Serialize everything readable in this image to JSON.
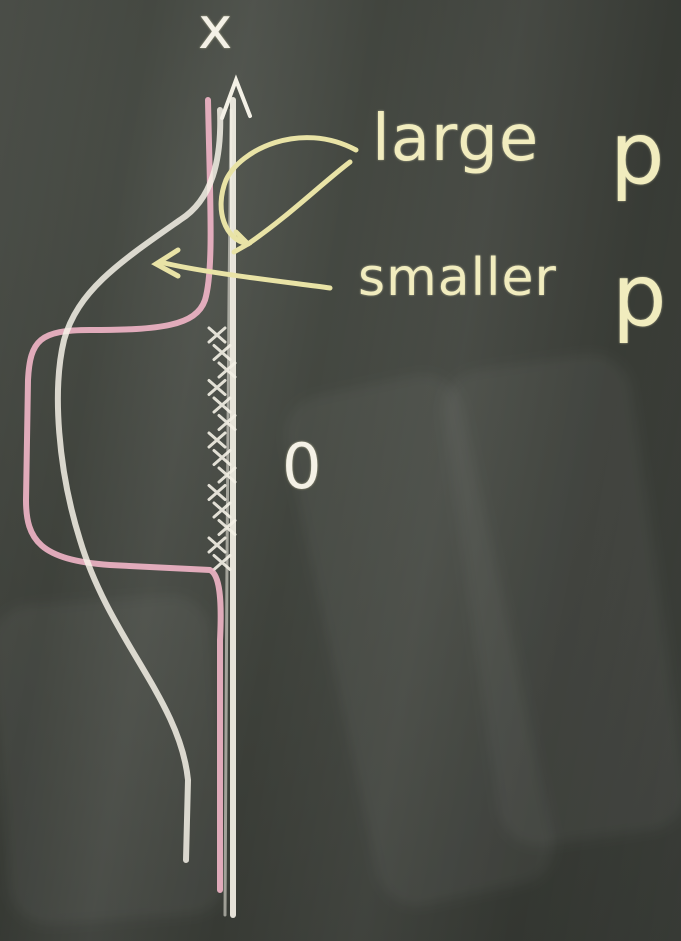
{
  "board": {
    "axis_label": "x",
    "origin_label": "0",
    "labels": [
      {
        "text": "large",
        "suffix": "p"
      },
      {
        "text": "smaller",
        "suffix": "p"
      }
    ]
  },
  "colors": {
    "board": "#3a3d38",
    "white_chalk": "#f4f1e6",
    "yellow_chalk": "#f1ecbe",
    "pink_chalk": "#f2b6c8"
  }
}
